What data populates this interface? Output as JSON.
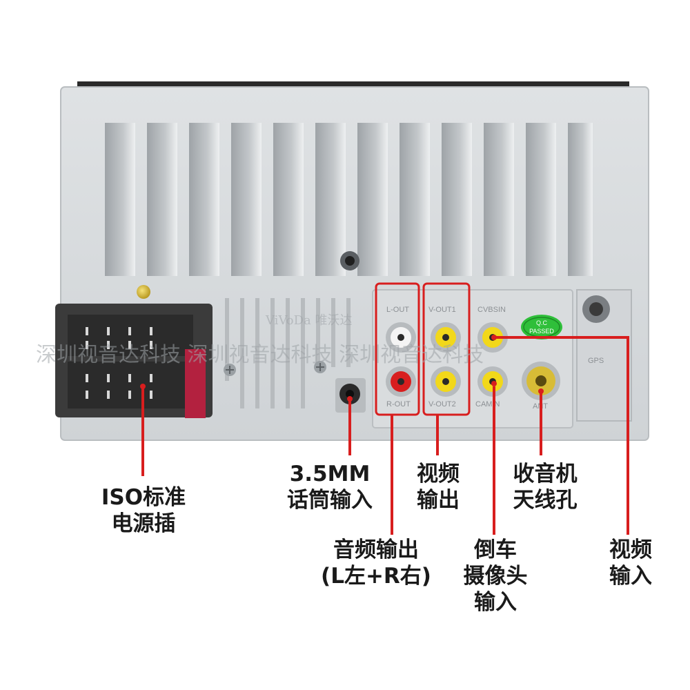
{
  "colors": {
    "accent": "#d81e1e",
    "panel": "#e4e6e8",
    "connector": "#3a3a3a",
    "rca_yellow": "#f2d81a",
    "rca_red": "#d81e1e",
    "rca_white": "#f4f4f4",
    "qc_green": "#2fbf3a"
  },
  "watermark": {
    "line1": "ViVoDa 唯沃达",
    "line2": "深圳视音达科技 深圳视音达科技 深圳视音达科技"
  },
  "ports": {
    "l_out": "L-OUT",
    "r_out": "R-OUT",
    "v_out1": "V-OUT1",
    "v_out2": "V-OUT2",
    "cvbsin": "CVBSIN",
    "camin": "CAMIN",
    "ant": "ANT",
    "qc_top": "Q.C",
    "qc_bottom": "PASSED",
    "gps": "GPS"
  },
  "labels": {
    "iso": {
      "line1": "ISO标准",
      "line2": "电源插"
    },
    "mic": {
      "line1": "3.5MM",
      "line2": "话筒输入"
    },
    "audio": {
      "line1": "音频输出",
      "line2": "(L左+R右)"
    },
    "video_out": {
      "line1": "视频",
      "line2": "输出"
    },
    "camera": {
      "line1": "倒车",
      "line2": "摄像头",
      "line3": "输入"
    },
    "radio": {
      "line1": "收音机",
      "line2": "天线孔"
    },
    "video_in": {
      "line1": "视频",
      "line2": "输入"
    }
  }
}
